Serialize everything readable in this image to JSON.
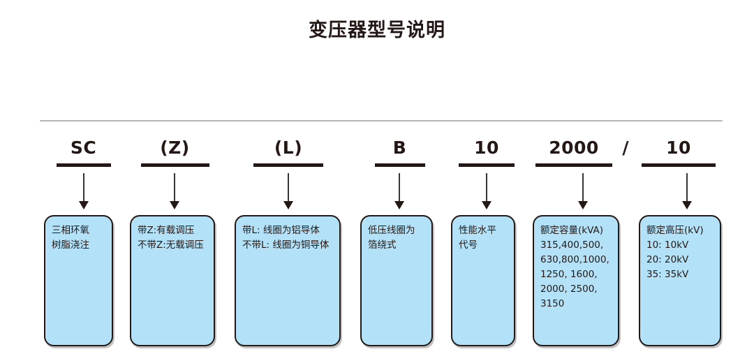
{
  "page": {
    "title": "变压器型号说明",
    "background_color": "#ffffff",
    "text_color": "#231815",
    "box_fill_color": "#b3e1f7",
    "box_border_color": "#231815",
    "rule_color": "#b8b4b6",
    "arrow_color": "#231815"
  },
  "divider": {
    "name": "horizontal-rule"
  },
  "code": {
    "separator": "/",
    "segments": [
      {
        "id": "sc",
        "label": "SC"
      },
      {
        "id": "z",
        "label": "(Z)"
      },
      {
        "id": "l",
        "label": "(L)"
      },
      {
        "id": "b",
        "label": "B"
      },
      {
        "id": "ten",
        "label": "10"
      },
      {
        "id": "kva",
        "label": "2000"
      },
      {
        "id": "kv",
        "label": "10"
      }
    ]
  },
  "descriptions": [
    {
      "id": "sc",
      "lines": [
        "三相环氧",
        "树脂浇注"
      ]
    },
    {
      "id": "z",
      "lines": [
        "带Z:有载调压",
        "不带Z:无载调压"
      ]
    },
    {
      "id": "l",
      "lines": [
        "带L: 线圈为铝导体",
        "不带L: 线圈为铜导体"
      ]
    },
    {
      "id": "b",
      "lines": [
        "低压线圈为",
        "箔绕式"
      ]
    },
    {
      "id": "ten",
      "lines": [
        "性能水平",
        "代号"
      ]
    },
    {
      "id": "kva",
      "lines": [
        "额定容量(kVA)",
        "315,400,500,",
        "630,800,1000,",
        "1250, 1600,",
        "2000, 2500,",
        "3150"
      ]
    },
    {
      "id": "kv",
      "lines": [
        "额定高压(kV)",
        "10: 10kV",
        "20: 20kV",
        "35: 35kV"
      ]
    }
  ]
}
